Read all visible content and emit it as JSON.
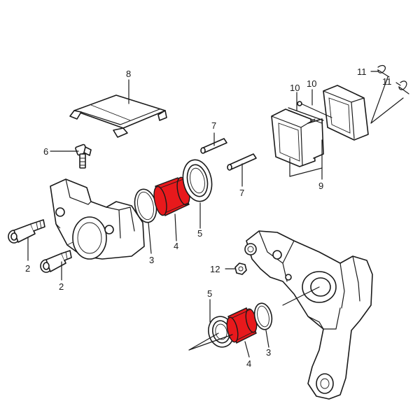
{
  "labels": {
    "p2a": "2",
    "p2b": "2",
    "p3a": "3",
    "p3b": "3",
    "p4a": "4",
    "p4b": "4",
    "p5a": "5",
    "p5b": "5",
    "p6": "6",
    "p7a": "7",
    "p7b": "7",
    "p8": "8",
    "p9": "9",
    "p10a": "10",
    "p10b": "10",
    "p11a": "11",
    "p11b": "11",
    "p12": "12"
  },
  "colors": {
    "highlight": "#e8191c",
    "ink": "#1a1a1a",
    "background": "#ffffff"
  }
}
